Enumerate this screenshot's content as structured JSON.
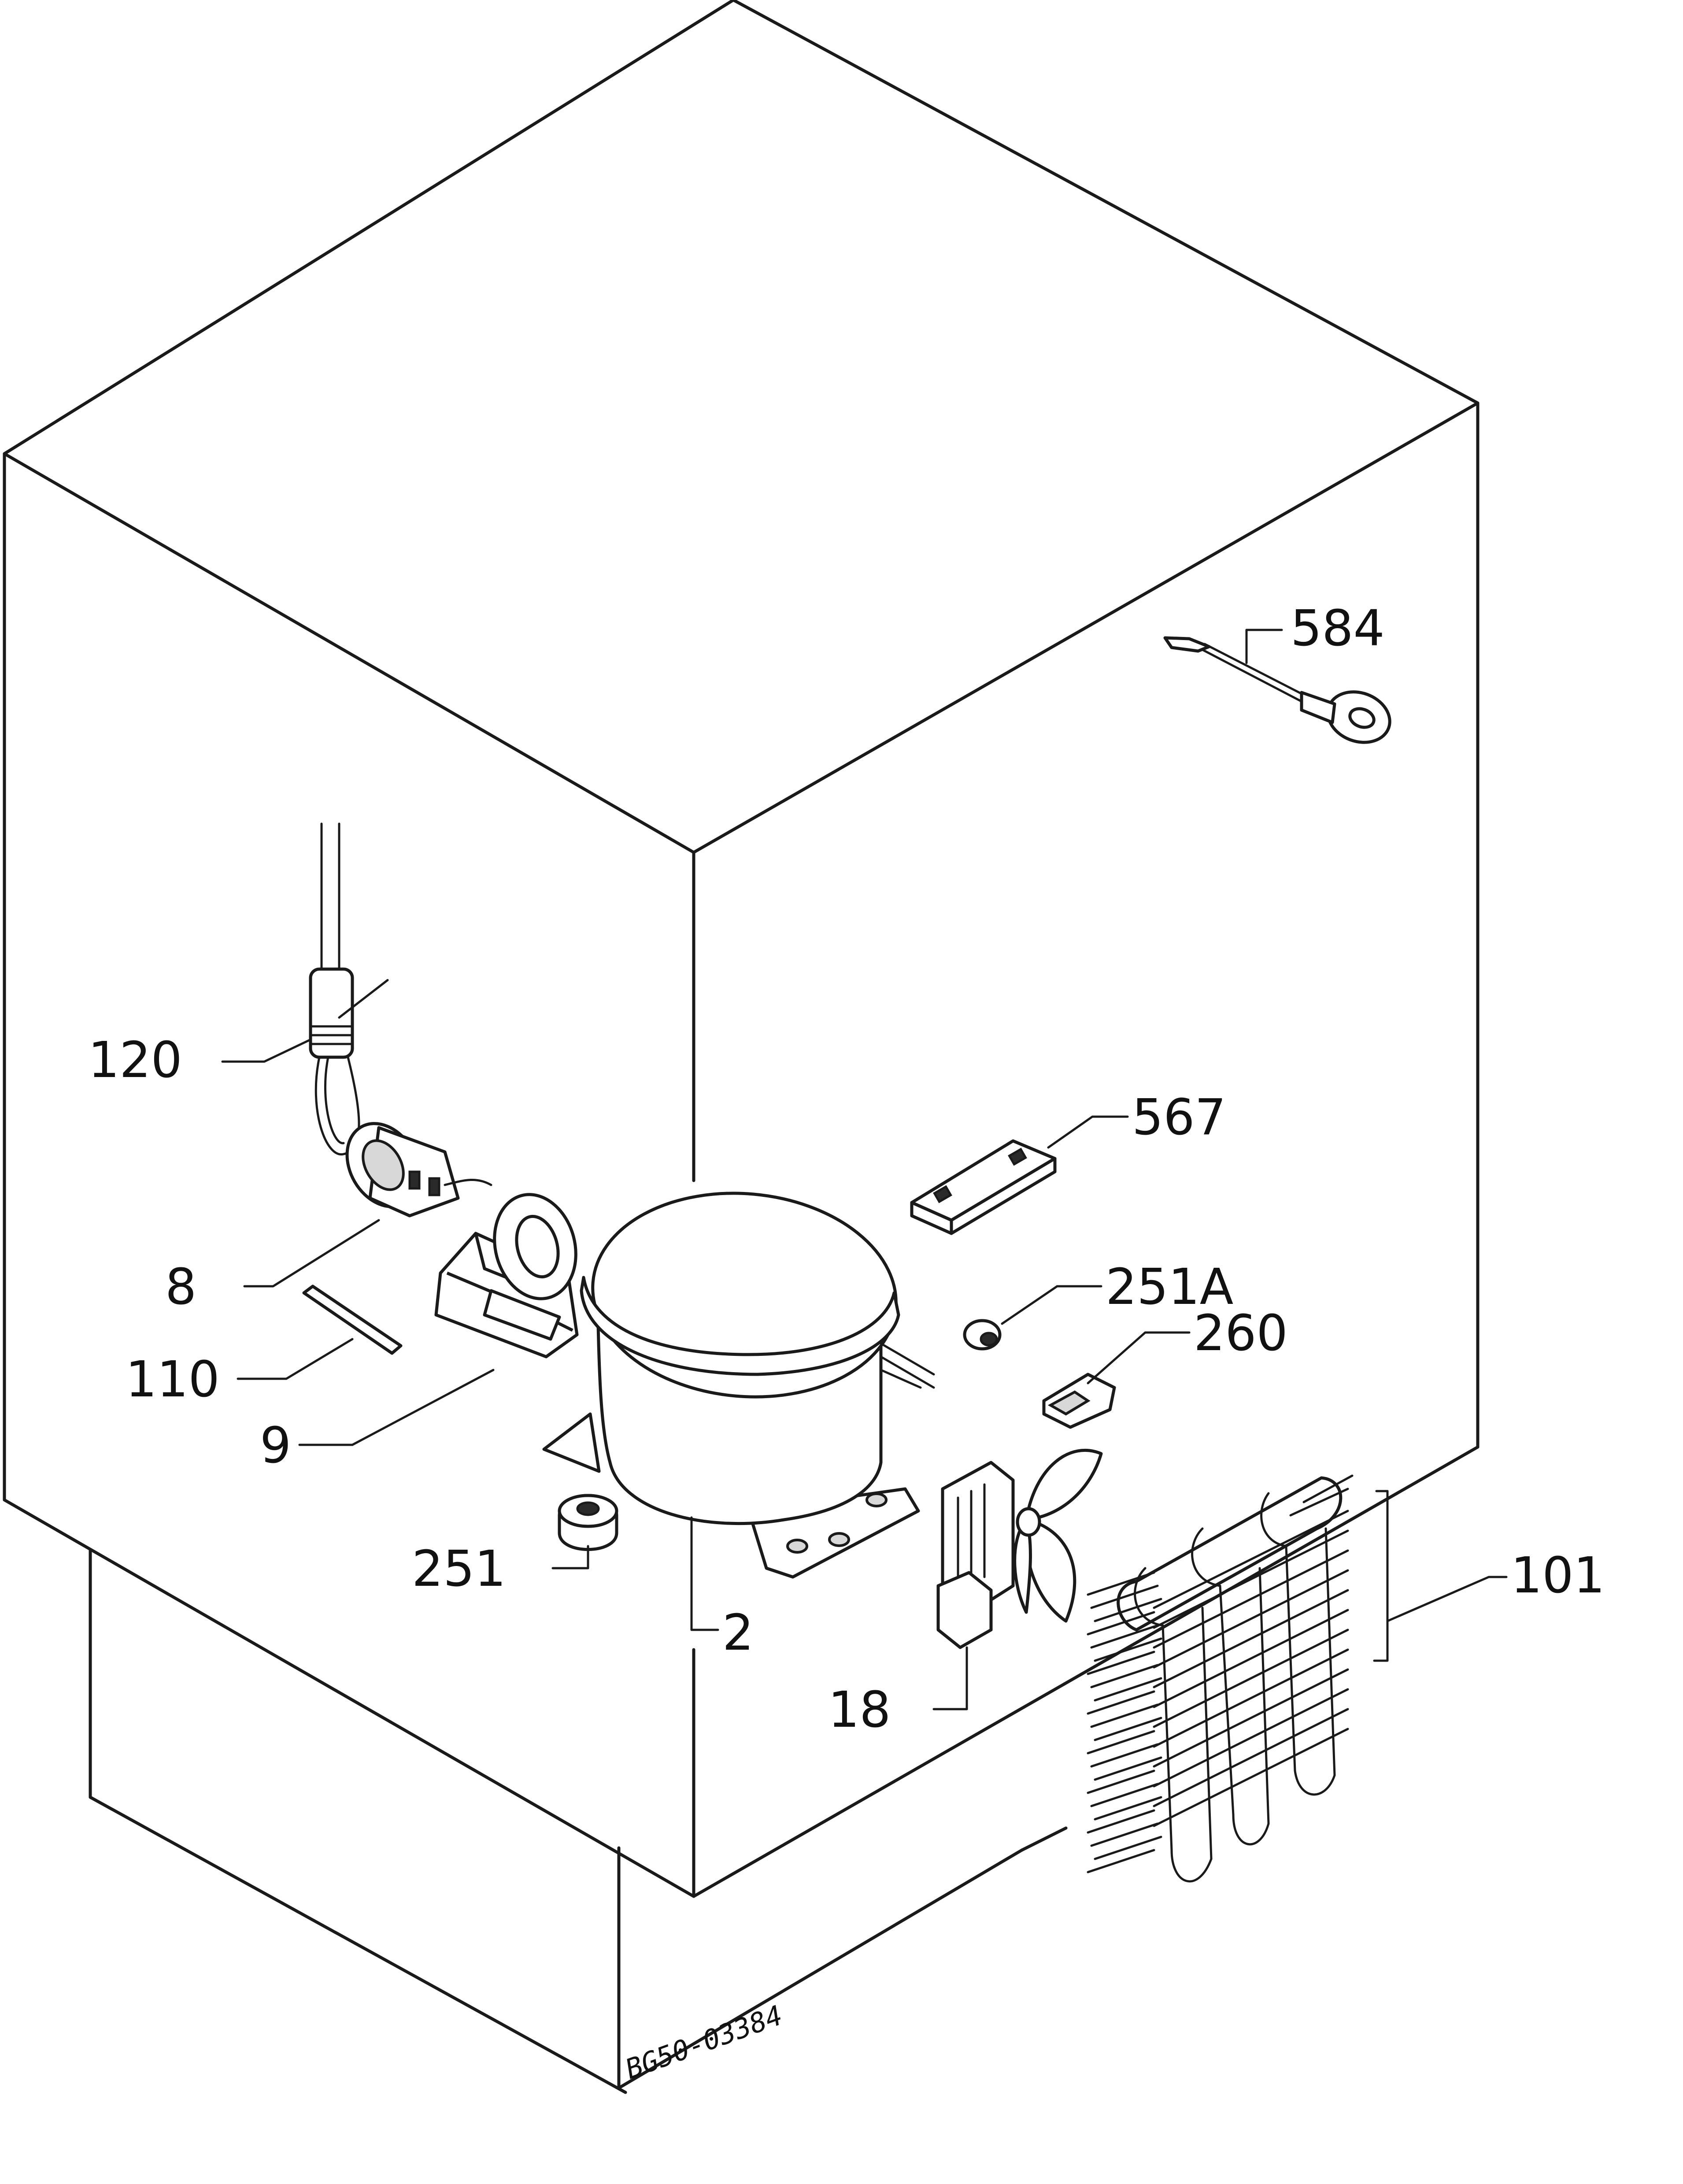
{
  "labels": {
    "p584": "584",
    "p120": "120",
    "p567": "567",
    "p8": "8",
    "p251A": "251A",
    "p260": "260",
    "p110": "110",
    "p9": "9",
    "p101": "101",
    "p251": "251",
    "p2": "2",
    "p18": "18"
  },
  "drawing_code": "BG50-03384",
  "colors": {
    "line": "#1a1a1a",
    "background": "#ffffff"
  }
}
